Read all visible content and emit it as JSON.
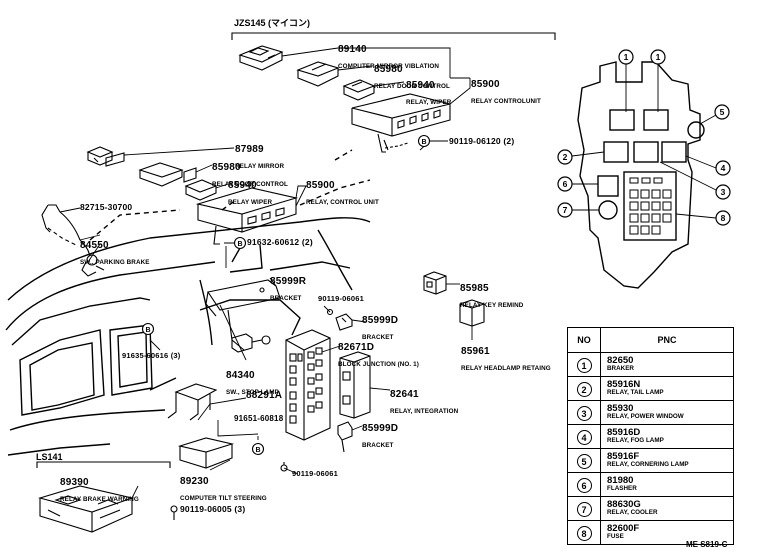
{
  "variants": {
    "top": "JZS145 (マイコン)",
    "bottom": "LS141"
  },
  "parts": [
    {
      "pn": "89140",
      "desc": "COMPUTER MIRROR VIBLATION"
    },
    {
      "pn": "85980",
      "desc": "RELAY DOOR CONTROL"
    },
    {
      "pn": "85940",
      "desc": "RELAY, WIPER"
    },
    {
      "pn": "85900",
      "desc": "RELAY CONTROLUNIT"
    },
    {
      "pn": "90119-06120 (2)",
      "desc": ""
    },
    {
      "pn": "87989",
      "desc": "RELAY MIRROR"
    },
    {
      "pn": "85980",
      "desc": "RELAY DOOR CONTROL"
    },
    {
      "pn": "85940",
      "desc": "RELAY WIPER"
    },
    {
      "pn": "85900",
      "desc": "RELAY, CONTROL UNIT"
    },
    {
      "pn": "82715-30700",
      "desc": ""
    },
    {
      "pn": "84550",
      "desc": "SW., PARKING BRAKE"
    },
    {
      "pn": "91632-60612 (2)",
      "desc": ""
    },
    {
      "pn": "85999R",
      "desc": "BRACKET"
    },
    {
      "pn": "90119-06061",
      "desc": ""
    },
    {
      "pn": "85999D",
      "desc": "BRACKET"
    },
    {
      "pn": "82671D",
      "desc": "BLOCK JUNCTION (NO. 1)"
    },
    {
      "pn": "91635-60616 (3)",
      "desc": ""
    },
    {
      "pn": "84340",
      "desc": "SW., STOP LAMP"
    },
    {
      "pn": "82641",
      "desc": "RELAY, INTEGRATION"
    },
    {
      "pn": "88291A",
      "desc": ""
    },
    {
      "pn": "91651-60818",
      "desc": ""
    },
    {
      "pn": "85999D",
      "desc": "BRACKET"
    },
    {
      "pn": "89230",
      "desc": "COMPUTER TILT STEERING"
    },
    {
      "pn": "90119-06061",
      "desc": ""
    },
    {
      "pn": "89390",
      "desc": "RELAY BRAKE WARNING"
    },
    {
      "pn": "90119-06005 (3)",
      "desc": ""
    },
    {
      "pn": "85985",
      "desc": "RELAY KEY REMIND"
    },
    {
      "pn": "85961",
      "desc": "RELAY HEADLAMP RETAING"
    }
  ],
  "bolt_marker": "B",
  "table": {
    "headers": [
      "NO",
      "PNC"
    ],
    "rows": [
      {
        "no": "1",
        "pnc": "82650",
        "desc": "BRAKER"
      },
      {
        "no": "2",
        "pnc": "85916N",
        "desc": "RELAY, TAIL LAMP"
      },
      {
        "no": "3",
        "pnc": "85930",
        "desc": "RELAY, POWER WINDOW"
      },
      {
        "no": "4",
        "pnc": "85916D",
        "desc": "RELAY, FOG LAMP"
      },
      {
        "no": "5",
        "pnc": "85916F",
        "desc": "RELAY, CORNERING LAMP"
      },
      {
        "no": "6",
        "pnc": "81980",
        "desc": "FLASHER"
      },
      {
        "no": "7",
        "pnc": "88630G",
        "desc": "RELAY, COOLER"
      },
      {
        "no": "8",
        "pnc": "82600F",
        "desc": "FUSE"
      }
    ]
  },
  "block_callouts": [
    "1",
    "1",
    "5",
    "2",
    "4",
    "3",
    "6",
    "7",
    "8"
  ],
  "figure_code": "ME S819-C"
}
